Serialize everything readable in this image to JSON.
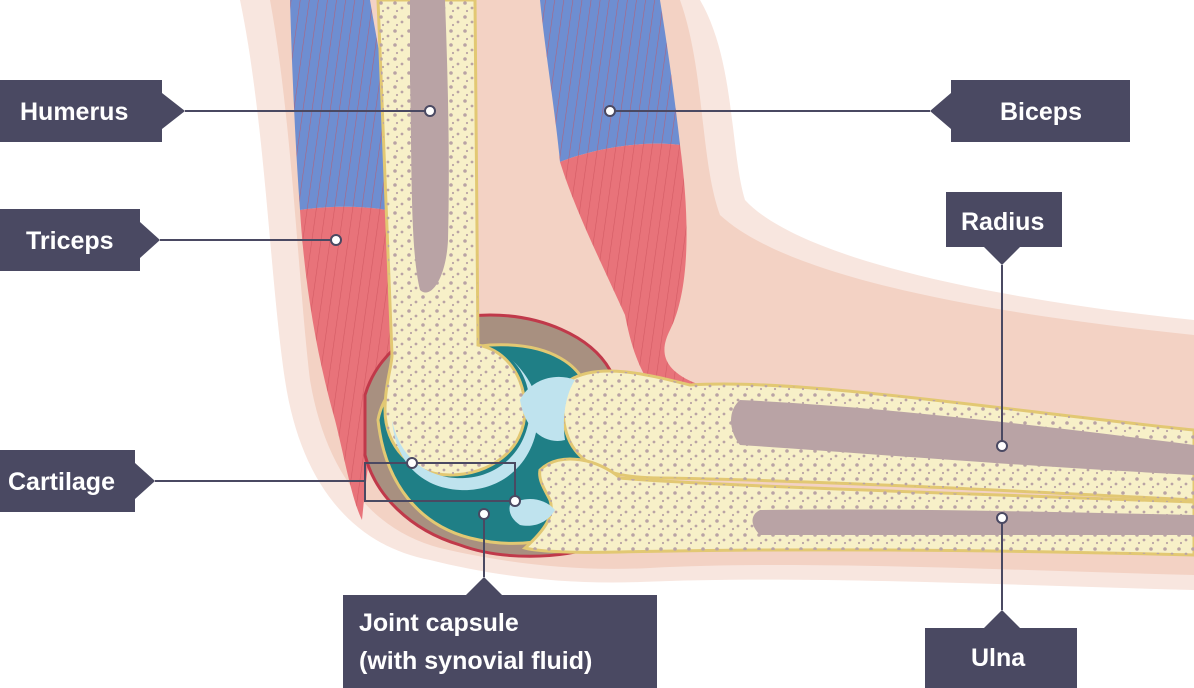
{
  "labels": {
    "humerus": "Humerus",
    "biceps": "Biceps",
    "triceps": "Triceps",
    "radius": "Radius",
    "cartilage": "Cartilage",
    "joint_capsule_line1": "Joint capsule",
    "joint_capsule_line2": "(with synovial fluid)",
    "ulna": "Ulna"
  },
  "colors": {
    "label_box": "#4a4962",
    "skin": "#f3d2c4",
    "skin_outer": "#f8e6df",
    "bone": "#f7f0c8",
    "bone_outline": "#e2c873",
    "marrow": "#b9a3a5",
    "muscle_red": "#e8737a",
    "muscle_blue": "#6e8ed1",
    "synovial_fluid": "#1f7f86",
    "cartilage": "#bfe3ee",
    "capsule": "#a89080"
  }
}
